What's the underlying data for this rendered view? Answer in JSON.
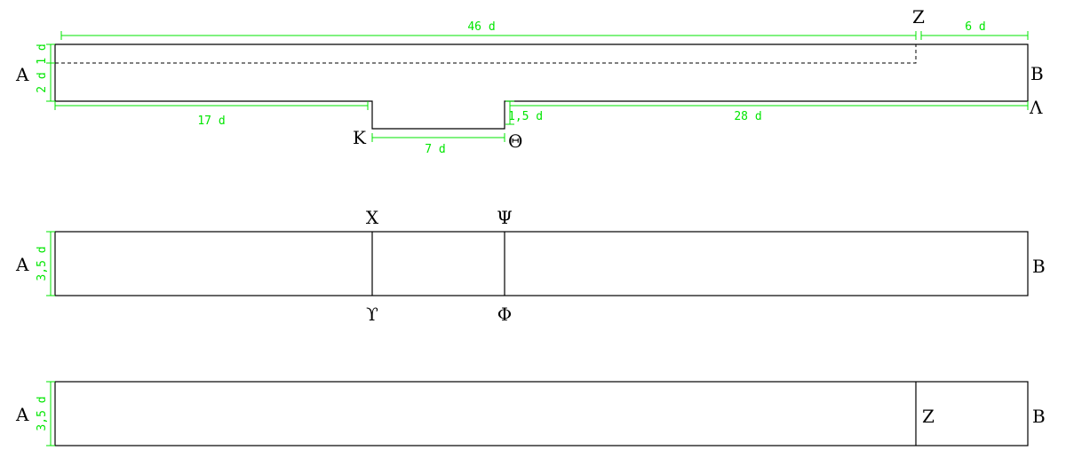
{
  "colors": {
    "outline": "#000000",
    "dimension": "#00e600"
  },
  "figure_top": {
    "labels": {
      "A": "A",
      "B": "B",
      "Z": "Z",
      "K": "K",
      "Theta": "Θ",
      "Lambda": "Λ"
    },
    "dims": {
      "overall_length": "46 d",
      "right_segment": "6 d",
      "height_upper": "1 d",
      "height_lower": "2 d",
      "left_segment": "17 d",
      "notch_width": "7 d",
      "notch_depth": "1,5 d",
      "right_bottom_segment": "28 d"
    }
  },
  "figure_middle": {
    "labels": {
      "A": "A",
      "B": "B",
      "X": "Χ",
      "Psi": "Ψ",
      "Upsilon": "ϒ",
      "Phi": "Φ"
    },
    "dims": {
      "height": "3,5 d"
    }
  },
  "figure_bottom": {
    "labels": {
      "A": "A",
      "B": "B",
      "Z": "Z"
    },
    "dims": {
      "height": "3,5 d"
    }
  }
}
